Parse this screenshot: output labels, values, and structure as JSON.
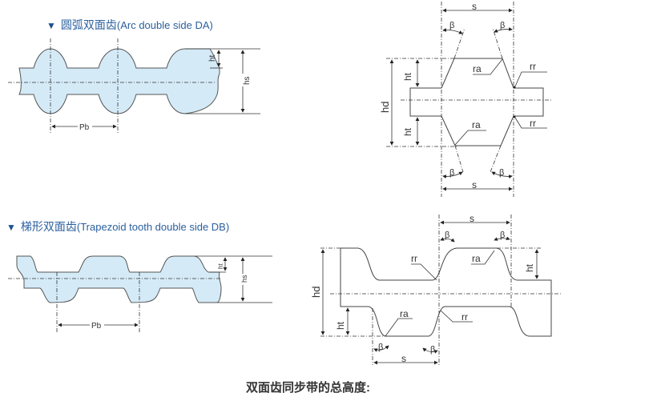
{
  "colors": {
    "heading": "#2a5f9e",
    "belt_fill": "#d4eaf7",
    "outline": "#555555",
    "dim_line": "#333333"
  },
  "section_da": {
    "marker": "▼",
    "title_cn": "圆弧双面齿",
    "title_en": "(Arc double side DA)",
    "labels": {
      "ht": "ht",
      "hs": "hs",
      "pb": "Pb"
    }
  },
  "detail_da": {
    "labels": {
      "s_top": "s",
      "s_bottom": "s",
      "beta": "β",
      "ra_top": "ra",
      "ra_bottom": "ra",
      "rr_top": "rr",
      "rr_bottom": "rr",
      "ht_top": "ht",
      "ht_bottom": "ht",
      "hd": "hd"
    }
  },
  "section_db": {
    "marker": "▼",
    "title_cn": "梯形双面齿",
    "title_en": "(Trapezoid tooth double side DB)",
    "labels": {
      "ht": "ht",
      "hs": "hs",
      "pb": "Pb"
    }
  },
  "detail_db": {
    "labels": {
      "s_top": "s",
      "s_bottom": "s",
      "beta": "β",
      "ra_top": "ra",
      "ra_bottom": "ra",
      "rr_top": "rr",
      "rr_bottom": "rr",
      "ht_right": "ht",
      "ht_left": "ht",
      "hd": "hd"
    }
  },
  "footer": {
    "text": "双面齿同步带的总高度:"
  }
}
